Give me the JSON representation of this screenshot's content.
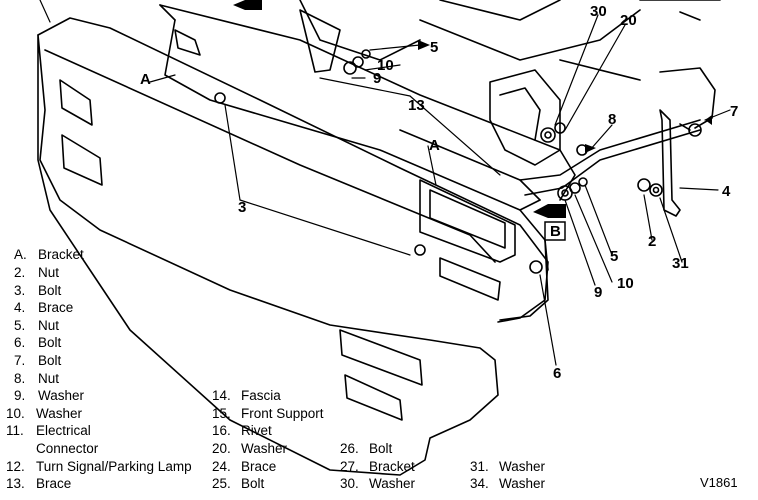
{
  "diagram": {
    "code": "V1861",
    "callouts": [
      "A",
      "A",
      "B",
      "2",
      "3",
      "5",
      "5",
      "6",
      "7",
      "8",
      "9",
      "9",
      "10",
      "10",
      "13",
      "20",
      "30",
      "31",
      "4"
    ]
  },
  "legend": {
    "col1": [
      {
        "num": "A.",
        "label": "Bracket"
      },
      {
        "num": "2.",
        "label": "Nut"
      },
      {
        "num": "3.",
        "label": "Bolt"
      },
      {
        "num": "4.",
        "label": "Brace"
      },
      {
        "num": "5.",
        "label": "Nut"
      },
      {
        "num": "6.",
        "label": "Bolt"
      },
      {
        "num": "7.",
        "label": "Bolt"
      },
      {
        "num": "8.",
        "label": "Nut"
      },
      {
        "num": "9.",
        "label": "Washer"
      },
      {
        "num": "10.",
        "label": "Washer"
      },
      {
        "num": "11.",
        "label": "Electrical"
      },
      {
        "num": "",
        "label": "Connector"
      },
      {
        "num": "12.",
        "label": "Turn Signal/Parking Lamp"
      },
      {
        "num": "13.",
        "label": "Brace"
      }
    ],
    "col2": [
      {
        "num": "14.",
        "label": "Fascia"
      },
      {
        "num": "15.",
        "label": "Front Support"
      },
      {
        "num": "16.",
        "label": "Rivet"
      },
      {
        "num": "20.",
        "label": "Washer"
      },
      {
        "num": "24.",
        "label": "Brace"
      },
      {
        "num": "25.",
        "label": "Bolt"
      }
    ],
    "col3": [
      {
        "num": "26.",
        "label": "Bolt"
      },
      {
        "num": "27.",
        "label": "Bracket"
      },
      {
        "num": "30.",
        "label": "Washer"
      }
    ],
    "col4": [
      {
        "num": "31.",
        "label": "Washer"
      },
      {
        "num": "34.",
        "label": "Washer"
      }
    ]
  }
}
